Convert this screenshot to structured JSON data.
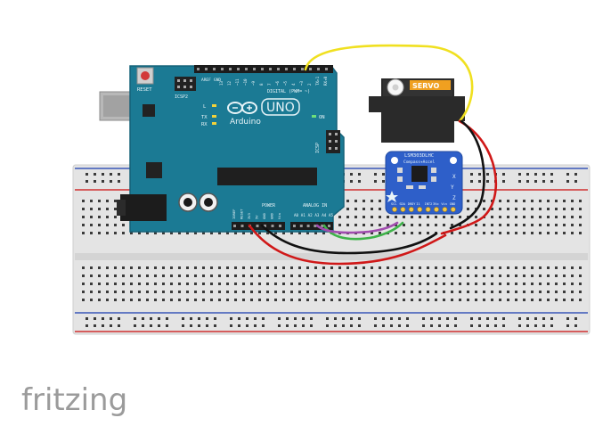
{
  "app": {
    "watermark": "fritzing"
  },
  "arduino": {
    "brand": "Arduino",
    "model": "UNO",
    "reset_label": "RESET",
    "icsp2_label": "ICSP2",
    "icsp_label": "ICSP",
    "aref_label": "AREF",
    "gnd_label": "GND",
    "digital_label": "DIGITAL (PWM= ~)",
    "digital_pins": [
      "13",
      "12",
      "~11",
      "~10",
      "~9",
      "8",
      "7",
      "~6",
      "~5",
      "4",
      "~3",
      "2",
      "TX▸1",
      "RX◂0"
    ],
    "l_label": "L",
    "tx_label": "TX",
    "rx_label": "RX",
    "on_label": "ON",
    "power_label": "POWER",
    "analog_label": "ANALOG IN",
    "power_pins": [
      "IOREF",
      "RESET",
      "3V3",
      "5V",
      "GND",
      "GND",
      "Vin"
    ],
    "analog_pins": [
      "A0",
      "A1",
      "A2",
      "A3",
      "A4",
      "A5"
    ]
  },
  "servo": {
    "label": "SERVO"
  },
  "sensor": {
    "title": "LSM303DLHC",
    "subtitle": "Compass+Accel",
    "pins": [
      "SCL",
      "SDA",
      "DRDY",
      "I1",
      "INT2",
      "3Vo",
      "Vin",
      "GND"
    ],
    "axis_x": "X",
    "axis_y": "Y",
    "axis_z": "Z"
  },
  "colors": {
    "board": "#1b7a94",
    "board_edge": "#16637a",
    "breadboard": "#e4e4e4",
    "rail_red": "#d03030",
    "rail_blue": "#3a56b8",
    "wire_red": "#d01818",
    "wire_black": "#111111",
    "wire_yellow": "#f0e020",
    "wire_green": "#3fb34a",
    "wire_purple": "#a04cae",
    "sensor_board": "#2e5fc9",
    "servo_body": "#2a2a2a",
    "servo_label": "#f0a020"
  }
}
